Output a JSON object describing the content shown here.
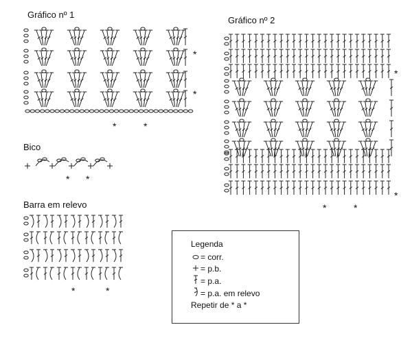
{
  "titles": {
    "grafico1": "Gráfico nº 1",
    "grafico2": "Gráfico nº 2",
    "bico": "Bico",
    "barra": "Barra em relevo"
  },
  "repeat_marker": "*",
  "legend": {
    "title": "Legenda",
    "items": [
      {
        "icon": "chain-oval-icon",
        "label": "= corr."
      },
      {
        "icon": "single-crochet-plus-icon",
        "label": "= p.b."
      },
      {
        "icon": "double-crochet-icon",
        "label": "= p.a."
      },
      {
        "icon": "relief-double-crochet-icon",
        "label": "= p.a. em relevo"
      }
    ],
    "repeat_text": "Repetir de * a *"
  }
}
